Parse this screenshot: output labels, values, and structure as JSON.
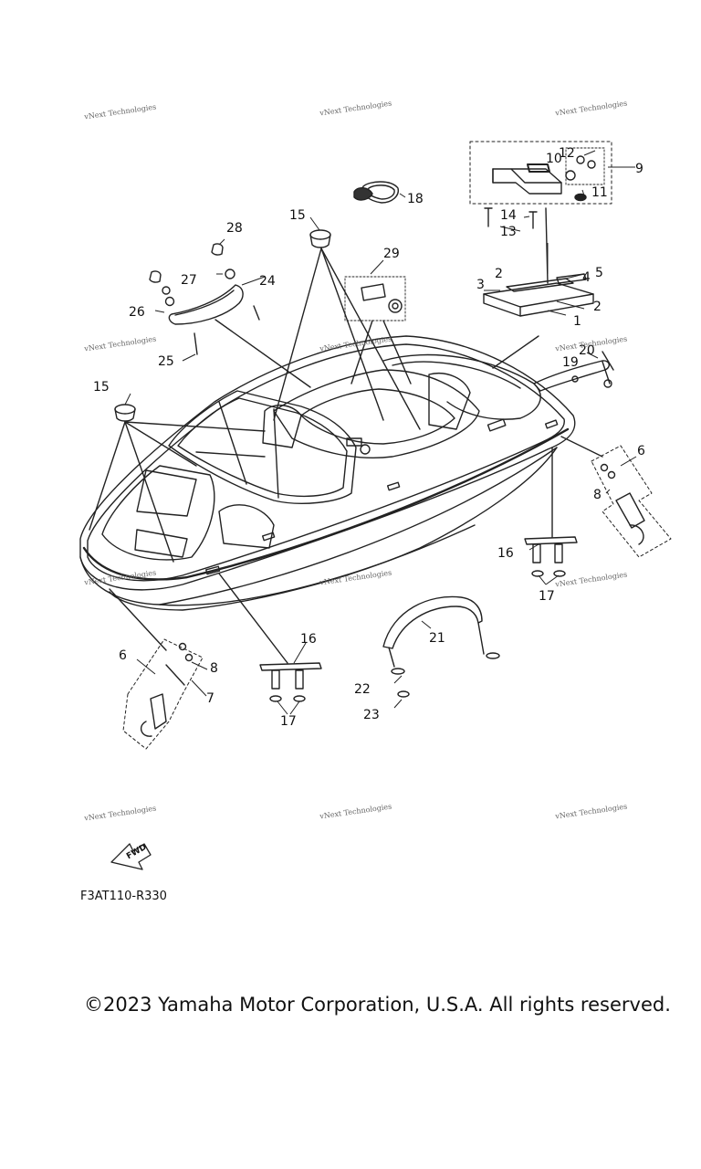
{
  "watermark": "vNext Technologies",
  "callouts": [
    "1",
    "2",
    "2",
    "3",
    "4",
    "5",
    "6",
    "6",
    "7",
    "8",
    "8",
    "9",
    "10",
    "11",
    "12",
    "13",
    "14",
    "15",
    "15",
    "16",
    "16",
    "17",
    "17",
    "18",
    "19",
    "20",
    "21",
    "22",
    "23",
    "24",
    "25",
    "26",
    "27",
    "28",
    "29"
  ],
  "fwd_label": "FWD",
  "diagram_code": "F3AT110-R330",
  "copyright": "©2023 Yamaha Motor Corporation, U.S.A. All rights reserved."
}
